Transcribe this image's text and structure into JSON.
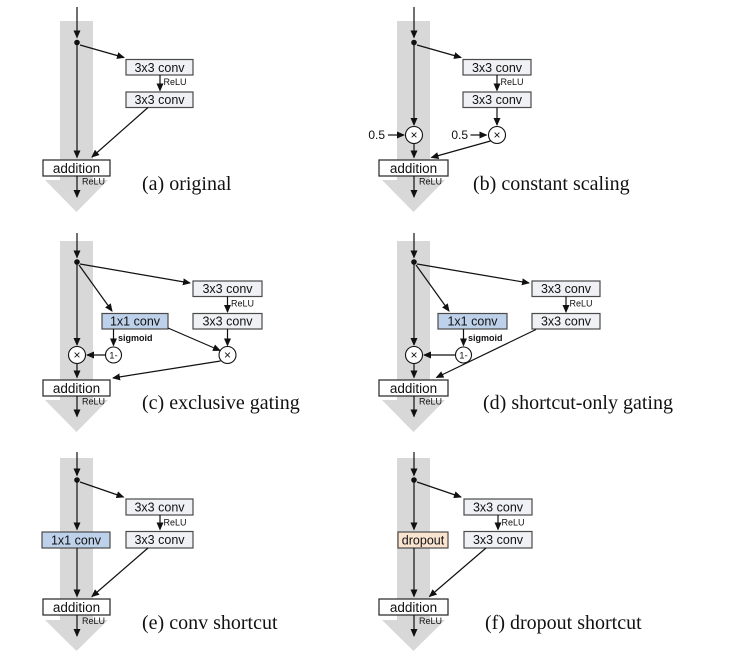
{
  "colors": {
    "band": "#d8d8d8",
    "box-fill": "#f0f1f4",
    "box-blue": "#bed1ea",
    "box-peach": "#fae3cf",
    "box-border": "#4a4a4a",
    "add-border": "#333333",
    "line": "#111111",
    "text": "#111111"
  },
  "panels": [
    {
      "id": "a",
      "caption": "(a) original",
      "nodes": {
        "conv1": "3x3 conv",
        "conv2": "3x3 conv",
        "relu_mid": "ReLU",
        "addition": "addition",
        "relu_out": "ReLU"
      }
    },
    {
      "id": "b",
      "caption": "(b) constant scaling",
      "nodes": {
        "conv1": "3x3 conv",
        "conv2": "3x3 conv",
        "relu_mid": "ReLU",
        "addition": "addition",
        "relu_out": "ReLU",
        "shortcut_scale": "0.5",
        "residual_scale": "0.5",
        "shortcut_mult": "×",
        "residual_mult": "×"
      }
    },
    {
      "id": "c",
      "caption": "(c) exclusive gating",
      "nodes": {
        "conv1": "3x3 conv",
        "conv2": "3x3 conv",
        "relu_mid": "ReLU",
        "gate_conv": "1x1 conv",
        "sigmoid": "sigmoid",
        "one_minus": "1-",
        "shortcut_mult": "×",
        "residual_mult": "×",
        "addition": "addition",
        "relu_out": "ReLU"
      }
    },
    {
      "id": "d",
      "caption": "(d) shortcut-only gating",
      "nodes": {
        "conv1": "3x3 conv",
        "conv2": "3x3 conv",
        "relu_mid": "ReLU",
        "gate_conv": "1x1 conv",
        "sigmoid": "sigmoid",
        "one_minus": "1-",
        "shortcut_mult": "×",
        "addition": "addition",
        "relu_out": "ReLU"
      }
    },
    {
      "id": "e",
      "caption": "(e) conv shortcut",
      "nodes": {
        "shortcut_conv": "1x1 conv",
        "conv1": "3x3 conv",
        "conv2": "3x3 conv",
        "relu_mid": "ReLU",
        "addition": "addition",
        "relu_out": "ReLU"
      }
    },
    {
      "id": "f",
      "caption": "(f) dropout shortcut",
      "nodes": {
        "shortcut_dropout": "dropout",
        "conv1": "3x3 conv",
        "conv2": "3x3 conv",
        "relu_mid": "ReLU",
        "addition": "addition",
        "relu_out": "ReLU"
      }
    }
  ]
}
